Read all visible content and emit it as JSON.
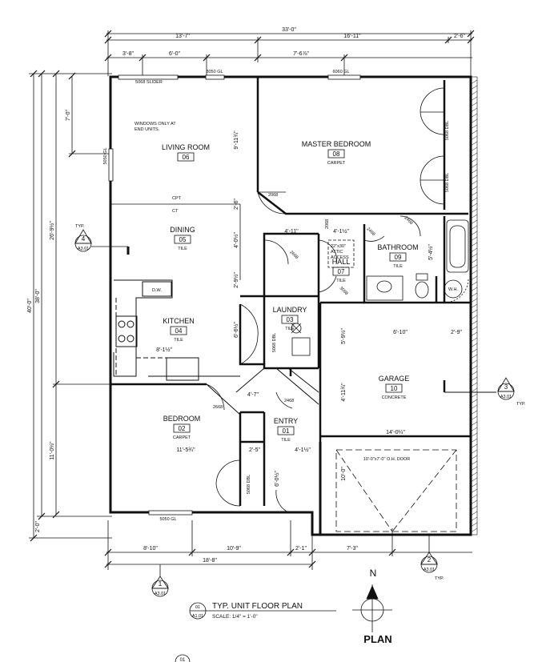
{
  "dims": {
    "top_overall": "33'-0\"",
    "top_left": "13'-7\"",
    "top_mid": "16'-11\"",
    "top_right": "2'-6\"",
    "top_sub1": "3'-8\"",
    "top_sub2": "6'-0\"",
    "top_sub3": "7'-6⅞\"",
    "left_overall": "40'-0\"",
    "left_a": "38'-0\"",
    "left_b": "26'-9½\"",
    "left_c": "7'-0\"",
    "left_d": "11'-0½\"",
    "left_e": "2'-0\"",
    "bot_a": "8'-10\"",
    "bot_b": "10'-9\"",
    "bot_c": "2'-1\"",
    "bot_d": "7'-3\"",
    "bot_overall": "18'-8\"",
    "int_living_v": "9'-11¾\"",
    "int_lr_gap": "2'-6\"",
    "int_dining_v": "4'-0½\"",
    "int_kit_v": "2'-9½\"",
    "int_laundry_v": "6'-6½\"",
    "int_hall_w": "4'-11\"",
    "int_hall_w2": "4'-1½\"",
    "int_bath_v": "5'-4½\"",
    "int_garage_w": "6'-10\"",
    "int_garage_w2": "2'-9\"",
    "int_garage_v": "5'-9½\"",
    "int_garage_v2": "4'-11¾\"",
    "int_garage_total": "14'-0¼\"",
    "int_kitchen_w": "8'-1½\"",
    "int_bedroom_w": "11'-5¾\"",
    "int_entry_a": "2'-5\"",
    "int_entry_b": "4'-1½\"",
    "int_entry_c": "4'-7\"",
    "int_entry_v": "6'-0½\"",
    "int_garage_door_v": "10'-0\""
  },
  "notes": {
    "slider": "5068 SLIDER",
    "gl_top1": "3050 GL",
    "gl_top2": "6060 GL",
    "gl_left": "5050 GL",
    "gl_bottom": "5050 GL",
    "windows_note_1": "WINDOWS ONLY AT",
    "windows_note_2": "END UNITS.",
    "cpt": "CPT",
    "ct": "CT",
    "dbl1": "5068 DBL",
    "dbl2": "5068 DBL",
    "dbl_laundry": "5068 DBL",
    "dbl_bed": "5068 DBL",
    "door_2668a": "2668",
    "door_2668b": "2668",
    "door_2068": "2068",
    "door_2468a": "2468",
    "door_2468b": "2468",
    "door_2468c": "2468",
    "door_3068": "3068",
    "door_2068b": "2068",
    "attic_1": "22\"x30\"",
    "attic_2": "ATTIC",
    "attic_3": "ACCESS",
    "dw": "D.W.",
    "wh": "W.H.",
    "garage_door": "10'-0\"x7'-0\" O.H. DOOR"
  },
  "rooms": [
    {
      "name": "LIVING ROOM",
      "num": "06",
      "finish": ""
    },
    {
      "name": "MASTER BEDROOM",
      "num": "08",
      "finish": "CARPET"
    },
    {
      "name": "DINING",
      "num": "05",
      "finish": "TILE"
    },
    {
      "name": "HALL",
      "num": "07",
      "finish": "TILE"
    },
    {
      "name": "BATHROOM",
      "num": "09",
      "finish": "TILE"
    },
    {
      "name": "LAUNDRY",
      "num": "03",
      "finish": "TILE"
    },
    {
      "name": "KITCHEN",
      "num": "04",
      "finish": "TILE"
    },
    {
      "name": "GARAGE",
      "num": "10",
      "finish": "CONCRETE"
    },
    {
      "name": "BEDROOM",
      "num": "02",
      "finish": "CARPET"
    },
    {
      "name": "ENTRY",
      "num": "01",
      "finish": "TILE"
    }
  ],
  "markers": [
    {
      "num": "4",
      "sheet": "A3.01",
      "label": "TYP."
    },
    {
      "num": "3",
      "sheet": "A3.01",
      "label": "TYP."
    },
    {
      "num": "2",
      "sheet": "A3.01",
      "label": "TYP."
    },
    {
      "num": "1",
      "sheet": "A3.01",
      "label": ""
    }
  ],
  "title": {
    "num": "01",
    "sheet": "A1.01",
    "name": "TYP. UNIT FLOOR PLAN",
    "scale": "SCALE: 1/4\" = 1'-0\""
  },
  "north": {
    "label": "N"
  },
  "plan_label": "PLAN",
  "bottom_tag": "01"
}
